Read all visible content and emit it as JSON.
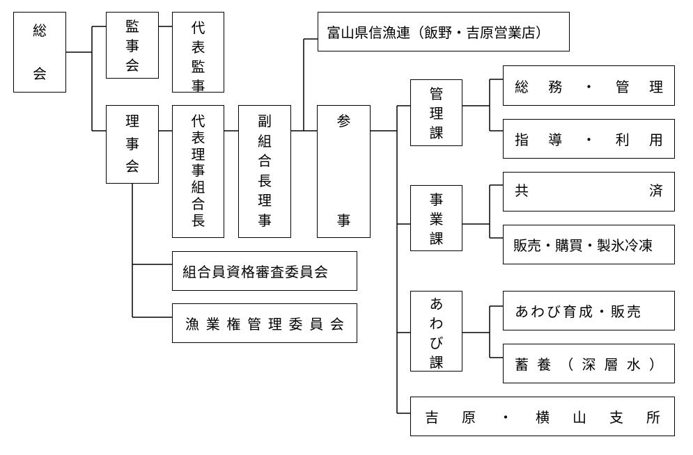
{
  "nodes": {
    "soukai": "総会",
    "kanjikai": "監事会",
    "daihyo_kanji": "代表監事",
    "rijikai": "理事会",
    "daihyo_riji": "代表理事組合長",
    "fuku_kumiaicho": "副組合長理事",
    "sanji": "参事",
    "shingyoren": "富山県信漁連（飯野・吉原営業店）",
    "shikaku_iinkai": "組合員資格審査委員会",
    "gyogyoken_iinkai": "漁業権管理委員会",
    "kanri_ka": "管理課",
    "somu_kanri": "総務・管理",
    "shido_riyo": "指導・利用",
    "jigyo_ka": "事業課",
    "kyosai": "共済",
    "hanbai": "販売・購買・製氷冷凍",
    "awabi_ka": "あわび課",
    "awabi_ikusei": "あわび育成・販売",
    "chikuyo": "蓄養（深層水）",
    "shisho": "吉原・横山支所"
  }
}
